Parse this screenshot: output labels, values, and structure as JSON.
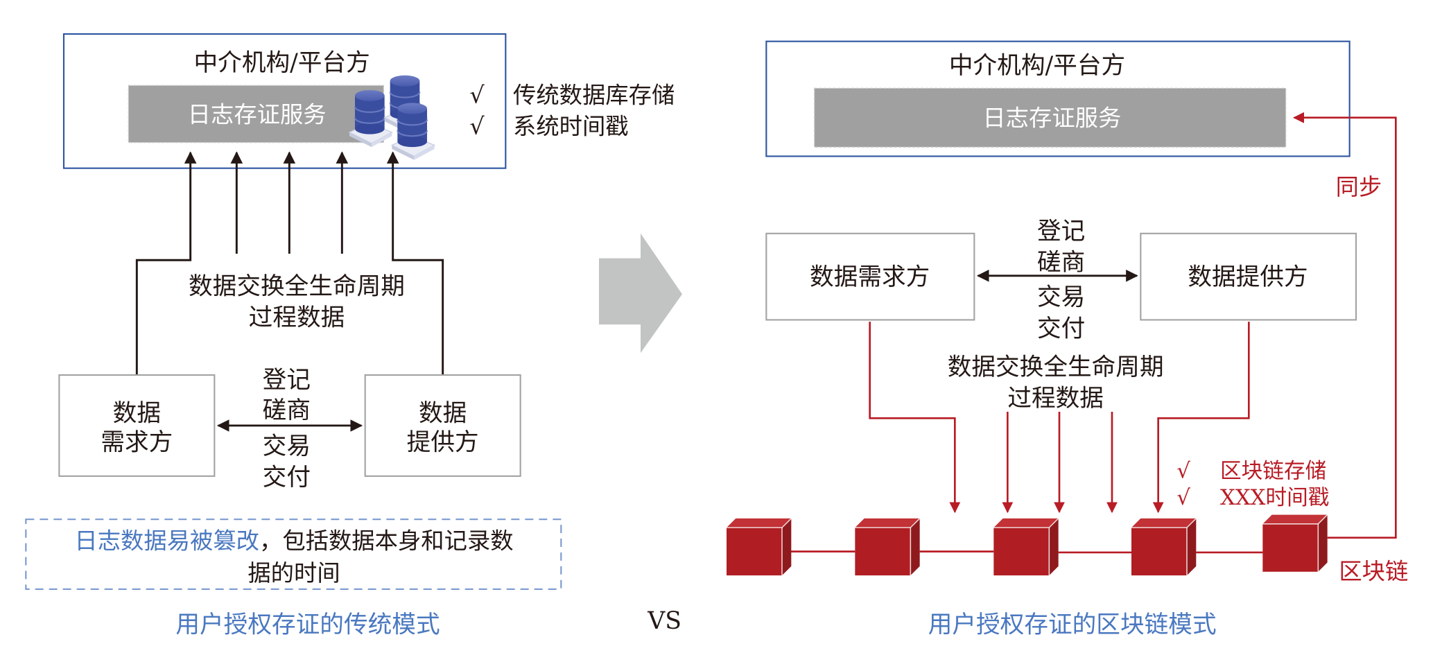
{
  "colors": {
    "accent_blue": "#2f55a1",
    "caption_blue": "#4a78c0",
    "chain_red": "#b81c25",
    "block_front": "#b01e23",
    "block_top": "#c23236",
    "block_side": "#8e1a1e",
    "service_gray": "#a0a0a0",
    "arrow_gray": "#c2c3c3",
    "db_blue": "#3a4ea0"
  },
  "left": {
    "platform_title": "中介机构/平台方",
    "service_label": "日志存证服务",
    "checks": [
      {
        "mark": "√",
        "text": "传统数据库存储"
      },
      {
        "mark": "√",
        "text": "系统时间戳"
      }
    ],
    "lifecycle_line1": "数据交换全生命周期",
    "lifecycle_line2": "过程数据",
    "demander_line1": "数据",
    "demander_line2": "需求方",
    "provider_line1": "数据",
    "provider_line2": "提供方",
    "steps": [
      "登记",
      "磋商",
      "交易",
      "交付"
    ],
    "warning_blue": "日志数据易被篡改",
    "warning_black_1": "，包括数据本身和记录数",
    "warning_black_2": "据的时间",
    "caption": "用户授权存证的传统模式",
    "icon": "database-cluster-icon"
  },
  "center": {
    "arrow_icon": "right-arrow-icon",
    "vs_label": "VS"
  },
  "right": {
    "platform_title": "中介机构/平台方",
    "service_label": "日志存证服务",
    "sync_label": "同步",
    "demander": "数据需求方",
    "provider": "数据提供方",
    "steps": [
      "登记",
      "磋商",
      "交易",
      "交付"
    ],
    "lifecycle_line1": "数据交换全生命周期",
    "lifecycle_line2": "过程数据",
    "checks": [
      {
        "mark": "√",
        "text": "区块链存储"
      },
      {
        "mark": "√",
        "text": "XXX时间戳"
      }
    ],
    "chain_label": "区块链",
    "block_count": 5,
    "caption": "用户授权存证的区块链模式"
  }
}
